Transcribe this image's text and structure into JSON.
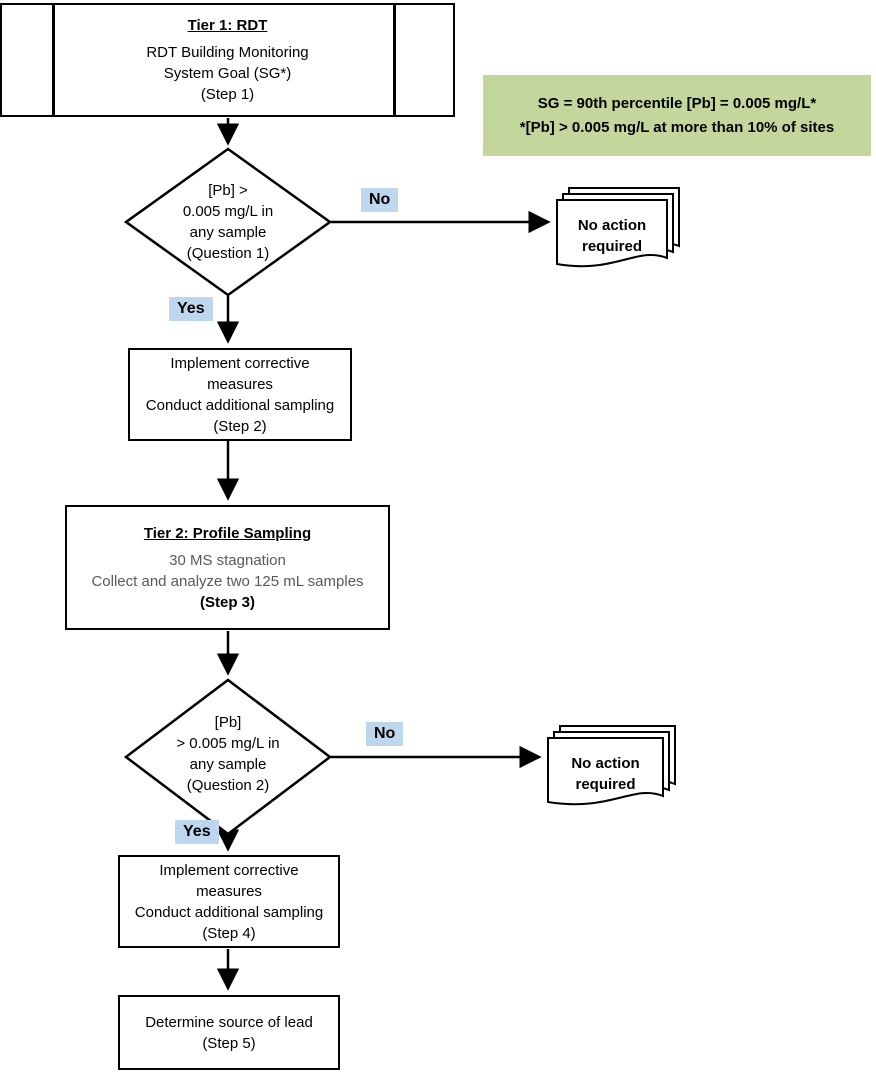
{
  "colors": {
    "legend_bg": "#c3d69b",
    "label_highlight": "#bdd7ee",
    "muted_text": "#595959",
    "line": "#000000"
  },
  "legend": {
    "line1": "SG = 90th percentile [Pb] = 0.005 mg/L*",
    "line2": "*[Pb] > 0.005 mg/L at more than 10% of sites"
  },
  "tier1": {
    "title": "Tier 1: RDT",
    "line1": "RDT Building Monitoring",
    "line2": "System Goal (SG*)",
    "step": "(Step 1)"
  },
  "question1": {
    "line1": "[Pb] >",
    "line2": "0.005 mg/L in",
    "line3": "any sample",
    "label": "(Question 1)"
  },
  "labels": {
    "no1": "No",
    "yes1": "Yes",
    "no2": "No",
    "yes2": "Yes"
  },
  "no_action1": {
    "line1": "No action",
    "line2": "required"
  },
  "step2": {
    "line1": "Implement corrective",
    "line2": "measures",
    "line3": "Conduct additional sampling",
    "step": "(Step 2)"
  },
  "tier2": {
    "title": "Tier 2: Profile Sampling",
    "line1": "30 MS stagnation",
    "line2": "Collect and analyze two 125 mL samples",
    "step": "(Step 3)"
  },
  "question2": {
    "line1": "[Pb]",
    "line2": "> 0.005 mg/L in",
    "line3": "any sample",
    "label": "(Question 2)"
  },
  "no_action2": {
    "line1": "No action",
    "line2": "required"
  },
  "step4": {
    "line1": "Implement corrective",
    "line2": "measures",
    "line3": "Conduct additional sampling",
    "step": "(Step 4)"
  },
  "step5": {
    "line1": "Determine source of lead",
    "step": "(Step 5)"
  }
}
